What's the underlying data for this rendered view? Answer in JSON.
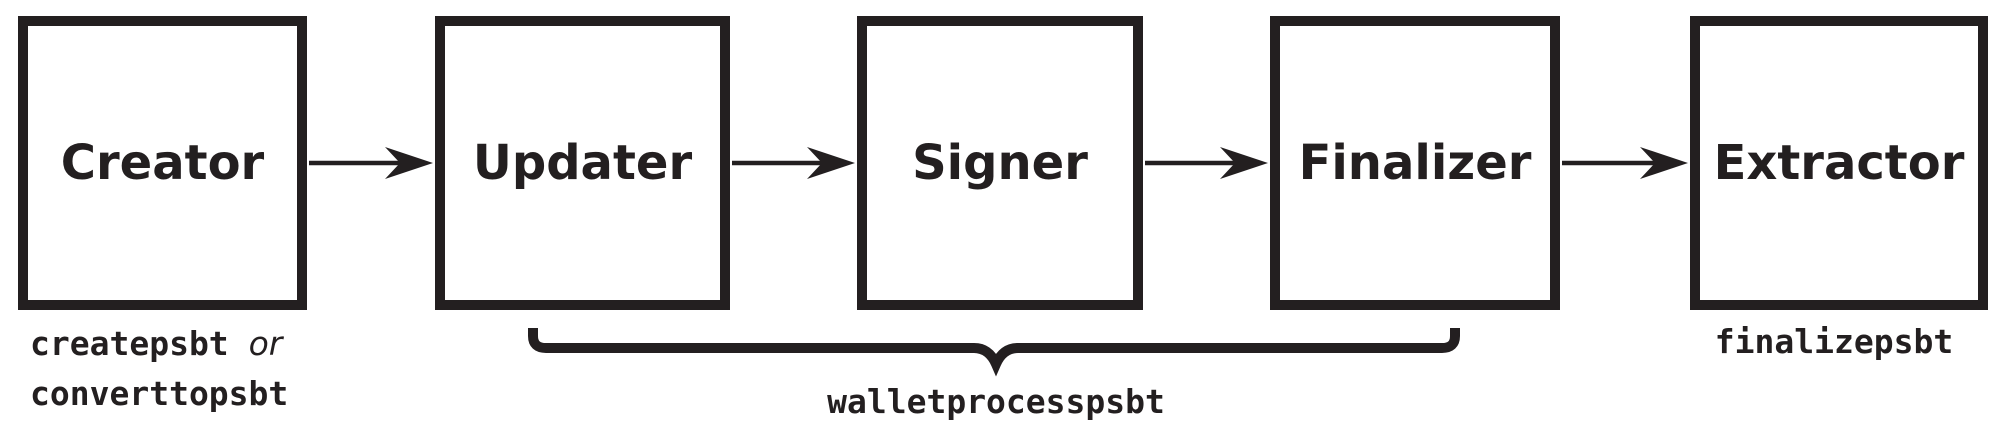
{
  "diagram": {
    "colors": {
      "ink": "#231f20",
      "background": "#ffffff"
    },
    "boxes": [
      {
        "label": "Creator"
      },
      {
        "label": "Updater"
      },
      {
        "label": "Signer"
      },
      {
        "label": "Finalizer"
      },
      {
        "label": "Extractor"
      }
    ],
    "annotations": {
      "creator_commands": {
        "line1_code": "createpsbt",
        "conjunction": "or",
        "line2_code": "converttopsbt"
      },
      "brace_command": "walletprocesspsbt",
      "extractor_command": "finalizepsbt"
    }
  }
}
